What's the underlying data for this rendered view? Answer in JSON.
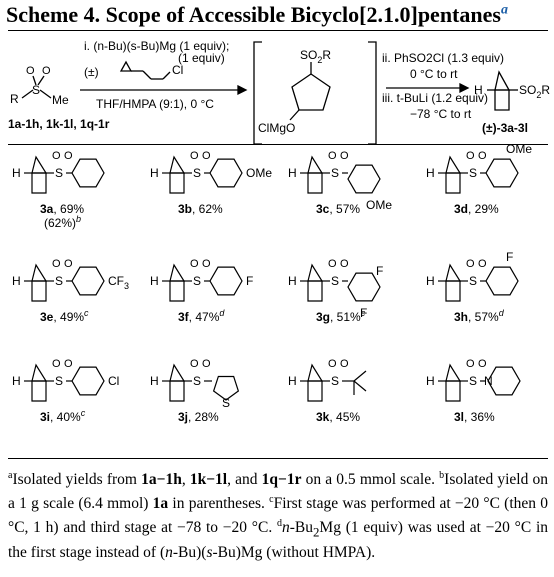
{
  "title": {
    "main": "Scheme 4. Scope of Accessible Bicyclo[2.1.0]pentanes",
    "sup": "a"
  },
  "scheme": {
    "start_R": "R",
    "start_S": "S",
    "start_O": "O",
    "start_Me": "Me",
    "start_label": "1a-1h, 1k-1l, 1q-1r",
    "step1_line1": "i. (n-Bu)(s-Bu)Mg (1 equiv);",
    "step1_pm": "(±)",
    "step1_equiv": "(1 equiv)",
    "step1_cl": "Cl",
    "step1_solvent": "THF/HMPA (9:1), 0 °C",
    "inter_so2r": "SO",
    "inter_so2r_sub": "2",
    "inter_so2r_r": "R",
    "inter_clmgo": "ClMgO",
    "step2_line1": "ii.  PhSO2Cl (1.3 equiv)",
    "step2_line2": "0 °C to rt",
    "step3_line1": "iii. t-BuLi (1.2 equiv)",
    "step3_line2": "−78 °C to rt",
    "product_H": "H",
    "product_so2r": "SO",
    "product_so2r_sub": "2",
    "product_r": "R",
    "product_label": "(±)-3a-3l"
  },
  "compounds": [
    {
      "id": "3a",
      "yield": ", 69%",
      "extra": "(62%)",
      "extra_sup": "b",
      "sup": "",
      "sub": "",
      "H": "H",
      "S": "S",
      "O": "O"
    },
    {
      "id": "3b",
      "yield": ", 62%",
      "sup": "",
      "sub": "OMe",
      "H": "H",
      "S": "S",
      "O": "O"
    },
    {
      "id": "3c",
      "yield": ", 57%",
      "sup": "",
      "sub": "OMe",
      "H": "H",
      "S": "S",
      "O": "O"
    },
    {
      "id": "3d",
      "yield": ", 29%",
      "sup": "",
      "sub": "OMe",
      "H": "H",
      "S": "S",
      "O": "O"
    },
    {
      "id": "3e",
      "yield": ", 49%",
      "sup": "c",
      "sub": "CF",
      "sub3": "3",
      "H": "H",
      "S": "S",
      "O": "O"
    },
    {
      "id": "3f",
      "yield": ", 47%",
      "sup": "d",
      "sub": "F",
      "H": "H",
      "S": "S",
      "O": "O"
    },
    {
      "id": "3g",
      "yield": ", 51%",
      "sup": "c",
      "sub": "F",
      "H": "H",
      "S": "S",
      "O": "O"
    },
    {
      "id": "3h",
      "yield": ", 57%",
      "sup": "d",
      "sub": "F",
      "H": "H",
      "S": "S",
      "O": "O"
    },
    {
      "id": "3i",
      "yield": ", 40%",
      "sup": "c",
      "sub": "Cl",
      "H": "H",
      "S": "S",
      "O": "O"
    },
    {
      "id": "3j",
      "yield": ", 28%",
      "sup": "",
      "sub": "S",
      "H": "H",
      "S": "S",
      "O": "O"
    },
    {
      "id": "3k",
      "yield": ", 45%",
      "sup": "",
      "sub": "",
      "H": "H",
      "S": "S",
      "O": "O"
    },
    {
      "id": "3l",
      "yield": ", 36%",
      "sup": "",
      "sub": "N",
      "H": "H",
      "S": "S",
      "O": "O"
    }
  ],
  "footnotes": {
    "a_mark": "a",
    "a_text1": "Isolated yields from ",
    "a_b1": "1a−1h",
    "a_c1": ", ",
    "a_b2": "1k−1l",
    "a_c2": ", and ",
    "a_b3": "1q−1r",
    "a_text2": " on a 0.5 mmol scale.",
    "b_mark": "b",
    "b_text1": "Isolated yield on a 1 g scale (6.4 mmol) ",
    "b_bold": "1a",
    "b_text2": " in parentheses.",
    "c_mark": "c",
    "c_text": "First stage was performed at −20 °C (then 0 °C, 1 h) and third stage at −78 to −20 °C.",
    "d_mark": "d",
    "d_italic": "n",
    "d_text1": "-Bu",
    "d_sub": "2",
    "d_text2": "Mg (1 equiv) was used at −20 °C in the first stage instead of (",
    "d_italic2": "n",
    "d_text3": "-Bu)(",
    "d_italic3": "s",
    "d_text4": "-Bu)Mg (without HMPA)."
  },
  "colors": {
    "title_sup": "#1d5fa7",
    "ink": "#000000"
  }
}
